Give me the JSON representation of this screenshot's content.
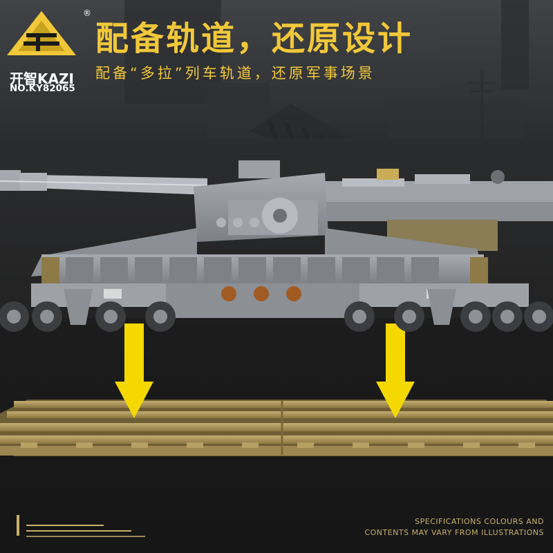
{
  "brand": {
    "name": "开智KAZI",
    "model_number": "NO.KY82065",
    "registered_mark": "®"
  },
  "headline": {
    "title": "配备轨道，还原设计",
    "subtitle": "配备“多拉”列车轨道，还原军事场景"
  },
  "disclaimer": {
    "line1": "SPECIFICATIONS COLOURS AND",
    "line2": "CONTENTS MAY VARY FROM ILLUSTRATIONS"
  },
  "colors": {
    "accent_yellow": "#f2c83a",
    "arrow_yellow": "#f5d800",
    "track_tan": "#a8925c",
    "model_gray": "#8e9297"
  },
  "icons": [
    "pyramid-logo-icon",
    "down-arrow-icon"
  ]
}
